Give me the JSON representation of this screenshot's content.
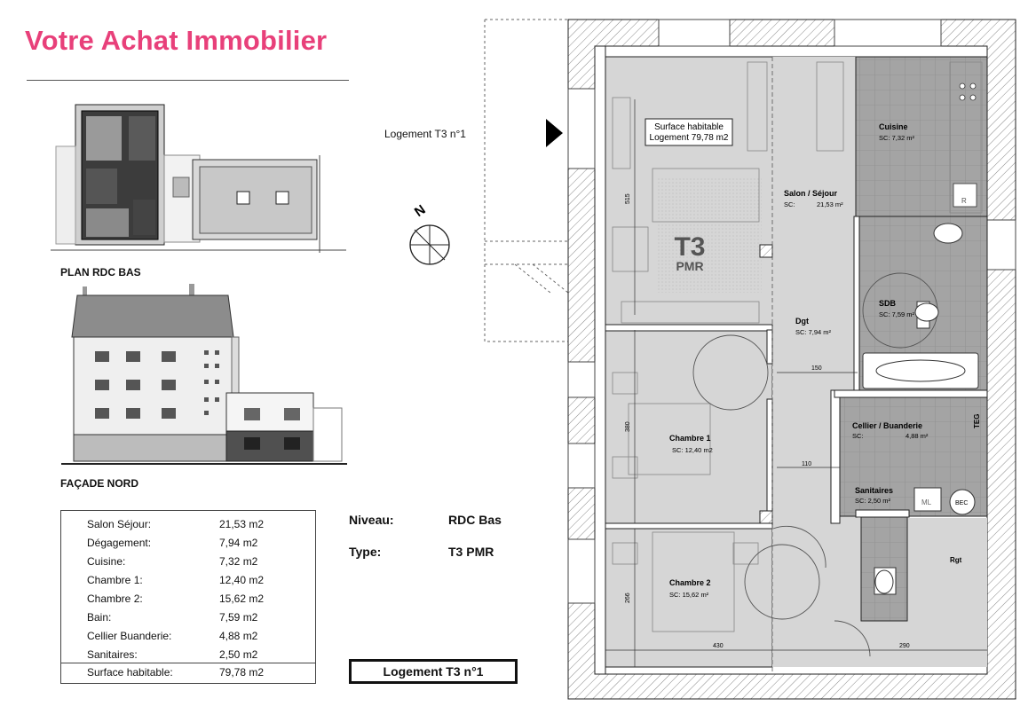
{
  "title": "Votre Achat Immobilier",
  "captions": {
    "plan": "PLAN RDC BAS",
    "facade": "FAÇADE NORD"
  },
  "logement_label": "Logement T3 n°1",
  "compass": {
    "letter": "N"
  },
  "areas": [
    {
      "label": "Salon Séjour:",
      "value": "21,53 m2"
    },
    {
      "label": "Dégagement:",
      "value": "7,94 m2"
    },
    {
      "label": "Cuisine:",
      "value": "7,32 m2"
    },
    {
      "label": "Chambre 1:",
      "value": "12,40 m2"
    },
    {
      "label": "Chambre 2:",
      "value": "15,62 m2"
    },
    {
      "label": "Bain:",
      "value": "7,59 m2"
    },
    {
      "label": "Cellier Buanderie:",
      "value": "4,88 m2"
    },
    {
      "label": "Sanitaires:",
      "value": "2,50 m2"
    },
    {
      "label": "Surface habitable:",
      "value": "79,78 m2"
    }
  ],
  "info": {
    "niveau_label": "Niveau:",
    "niveau": "RDC Bas",
    "type_label": "Type:",
    "type": "T3 PMR"
  },
  "boxed_title": "Logement T3 n°1",
  "plan": {
    "surface_box": [
      "Surface habitable",
      "Logement 79,78 m2"
    ],
    "badge": [
      "T3",
      "PMR"
    ],
    "rooms": {
      "cuisine": {
        "name": "Cuisine",
        "sc": "SC: 7,32 m²"
      },
      "salon": {
        "name": "Salon / Séjour",
        "sc": "SC:",
        "area": "21,53 m²"
      },
      "sdb": {
        "name": "SDB",
        "sc": "SC: 7,59 m²"
      },
      "dgt": {
        "name": "Dgt",
        "sc": "SC: 7,94 m²"
      },
      "chambre1": {
        "name": "Chambre 1",
        "sc": "SC: 12,40 m2"
      },
      "cellier": {
        "name": "Cellier / Buanderie",
        "sc": "SC:",
        "area": "4,88 m²"
      },
      "sanitaires": {
        "name": "Sanitaires",
        "sc": "SC: 2,50 m²"
      },
      "chambre2": {
        "name": "Chambre 2",
        "sc": "SC: 15,62 m²"
      }
    },
    "labels": {
      "r_cuisine": "R",
      "teg": "TEG",
      "ml": "ML",
      "bec": "BEC",
      "rgt": "Rgt"
    },
    "dimensions": {
      "d515": "515",
      "d380": "380",
      "d266": "266",
      "d150": "150",
      "d110": "110",
      "d430": "430",
      "d290": "290"
    }
  },
  "colors": {
    "title": "#e8407a",
    "tile": "#a4a4a4",
    "room_fill": "#d6d6d6",
    "wall": "#ffffff"
  }
}
